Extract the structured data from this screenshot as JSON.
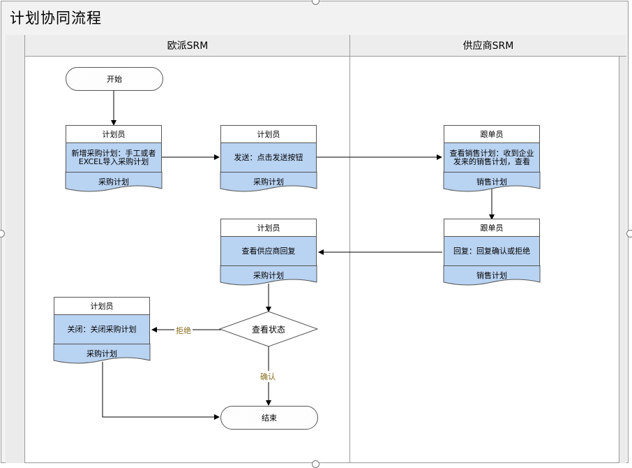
{
  "diagram": {
    "title": "计划协同流程",
    "lanes": {
      "left": "欧派SRM",
      "right": "供应商SRM"
    },
    "start": "开始",
    "end": "结束",
    "boxes": {
      "b1": {
        "role": "计划员",
        "text": "新增采购计划：手工或者EXCEL导入采购计划",
        "doc": "采购计划"
      },
      "b2": {
        "role": "计划员",
        "text": "发送：点击发送按钮",
        "doc": "采购计划"
      },
      "b3": {
        "role": "跟单员",
        "text": "查看销售计划：收到企业发来的销售计划，查看",
        "doc": "销售计划"
      },
      "b4": {
        "role": "跟单员",
        "text": "回复：回复确认或拒绝",
        "doc": "销售计划"
      },
      "b5": {
        "role": "计划员",
        "text": "查看供应商回复",
        "doc": "采购计划"
      },
      "b6": {
        "role": "计划员",
        "text": "关闭：关闭采购计划",
        "doc": "采购计划"
      }
    },
    "decision": "查看状态",
    "edge_labels": {
      "reject": "拒绝",
      "confirm": "确认"
    },
    "colors": {
      "process_fill": "#b9d3f2",
      "line": "#000000",
      "edge_label": "#8a6d1e"
    }
  }
}
